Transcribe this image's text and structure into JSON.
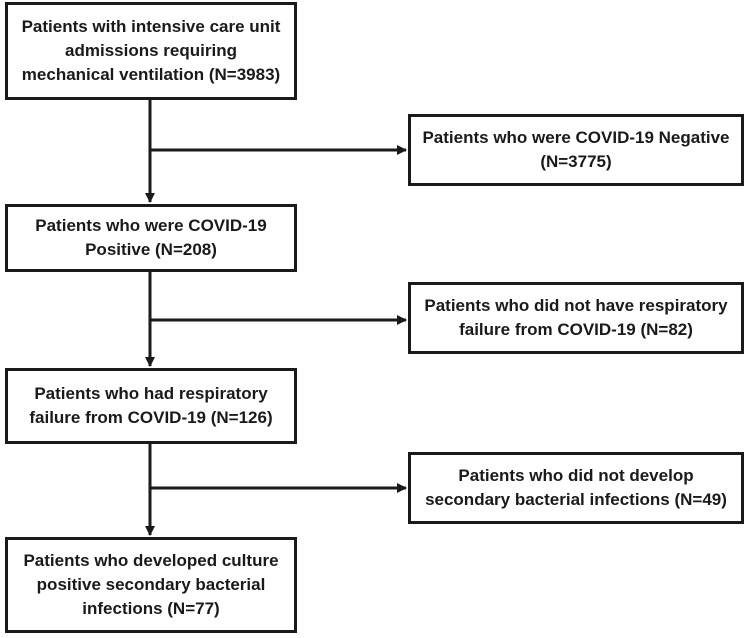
{
  "flowchart": {
    "main_steps": [
      {
        "text": "Patients with intensive care unit admissions requiring mechanical ventilation (N=3983)"
      },
      {
        "text": "Patients who were COVID-19 Positive (N=208)"
      },
      {
        "text": "Patients who had respiratory failure from COVID-19 (N=126)"
      },
      {
        "text": "Patients who developed culture positive secondary bacterial infections (N=77)"
      }
    ],
    "exclusions": [
      {
        "text": "Patients who were COVID-19 Negative (N=3775)"
      },
      {
        "text": "Patients who did not have respiratory failure from COVID-19 (N=82)"
      },
      {
        "text": "Patients who did not develop secondary bacterial infections (N=49)"
      }
    ]
  }
}
